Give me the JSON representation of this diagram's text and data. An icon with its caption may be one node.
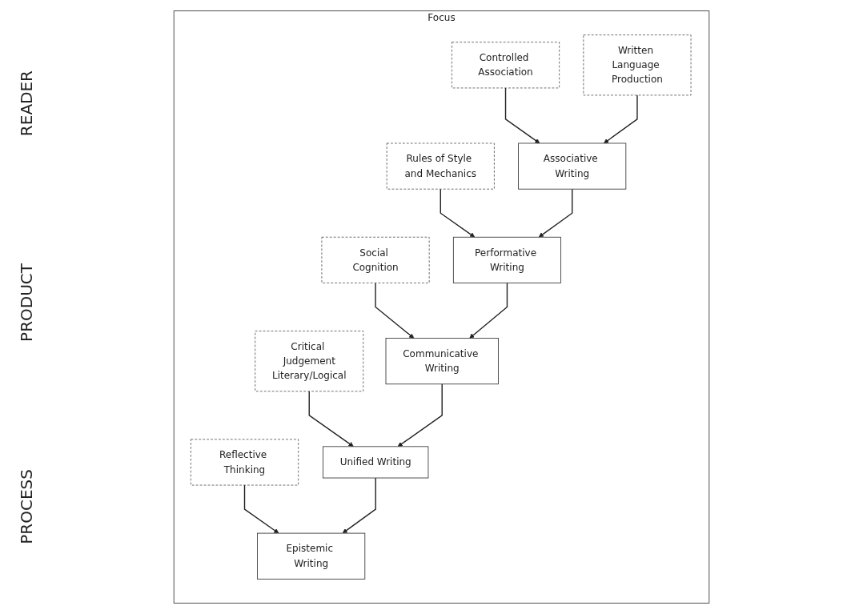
{
  "diagram": {
    "nodes": [
      {
        "text": [
          "Focus"
        ]
      },
      {
        "text": [
          "Social Cognition"
        ],
        "in": 0
      },
      {
        "text": [
          "Communicative Writing"
        ],
        "in": 0
      },
      {
        "text": [
          "Rules of Style and Mechanics"
        ],
        "in": 0
      },
      {
        "text": [
          "Performative Writing"
        ],
        "in": 0
      },
      {
        "text": [
          "Critical Judgement",
          "Literary/Logical"
        ],
        "in": 0
      },
      {
        "text": [
          "Unified Writing"
        ],
        "in": 0
      },
      {
        "text": [
          "Controlled Association"
        ],
        "in": 0
      },
      {
        "text": [
          "Written Language Production"
        ],
        "in": 0
      },
      {
        "text": [
          "Associative Writing"
        ],
        "in": 0
      },
      {
        "text": [
          "Reflective Thinking"
        ],
        "in": 0
      },
      {
        "text": [
          "Epistemic Writing"
        ],
        "in": 0
      }
    ],
    "edges": [
      {
        "from": 1,
        "to": 2,
        "arrow": "to"
      },
      {
        "from": 4,
        "to": 2,
        "arrow": "to"
      },
      {
        "from": 3,
        "to": 4,
        "arrow": "to"
      },
      {
        "from": 9,
        "to": 4,
        "arrow": "to"
      },
      {
        "from": 5,
        "to": 6,
        "arrow": "to"
      },
      {
        "from": 2,
        "to": 6,
        "arrow": "to"
      },
      {
        "from": 10,
        "to": 11,
        "arrow": "to"
      },
      {
        "from": 6,
        "to": 11,
        "arrow": "to"
      },
      {
        "from": 7,
        "to": 9,
        "arrow": "to"
      },
      {
        "from": 8,
        "to": 9,
        "arrow": "to"
      }
    ],
    "labels": [
      "READER",
      "PRODUCT",
      "PROCESS"
    ]
  }
}
